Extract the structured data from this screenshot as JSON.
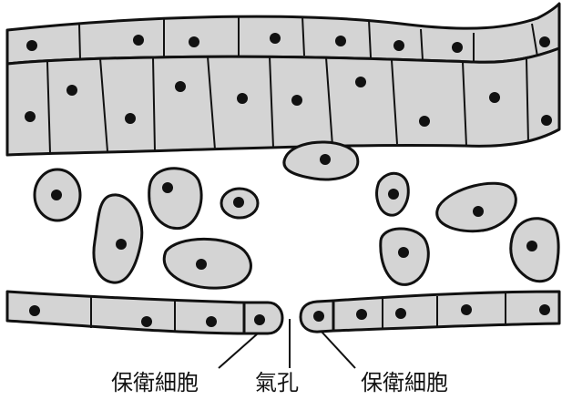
{
  "labels": {
    "guard_cell_left": "保衛細胞",
    "stoma": "氣孔",
    "guard_cell_right": "保衛細胞"
  },
  "colors": {
    "cell_fill": "#d4d4d4",
    "outline": "#111111",
    "background": "#ffffff"
  }
}
